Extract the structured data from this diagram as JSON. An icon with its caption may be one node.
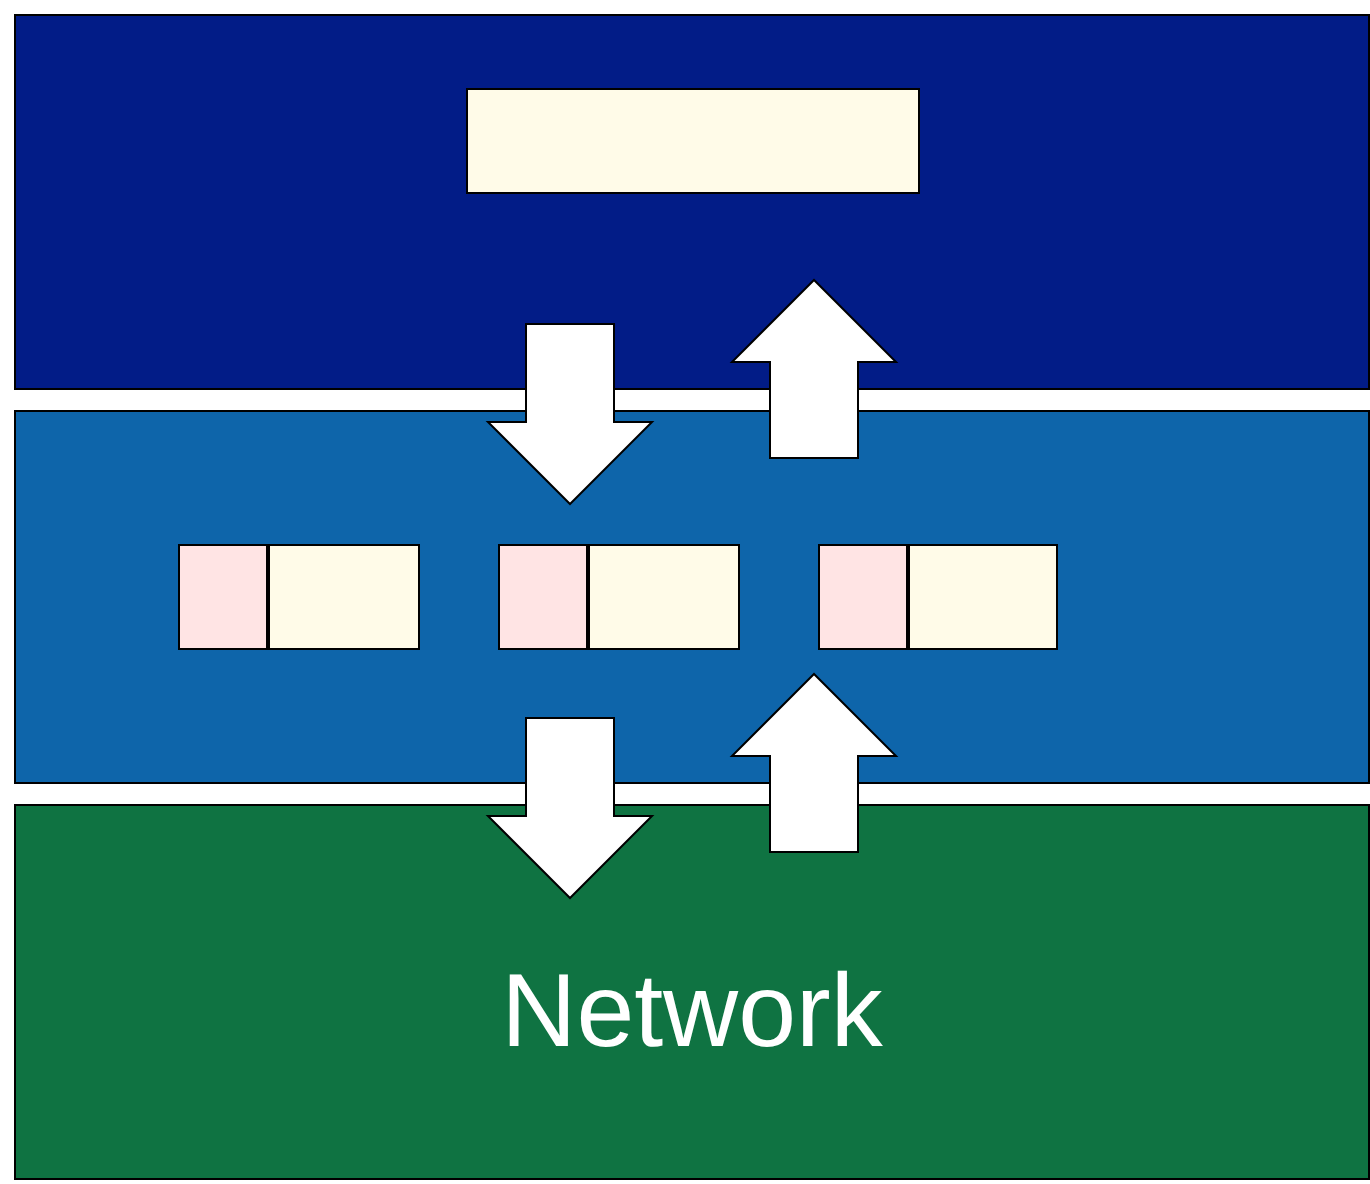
{
  "diagram": {
    "nodes": [
      {
        "text": [],
        "shape": "box"
      },
      {
        "text": [],
        "shape": "box",
        "in": 0
      },
      {
        "text": [],
        "shape": "box"
      },
      {
        "text": [],
        "shape": "box",
        "in": 2
      },
      {
        "text": [],
        "shape": "box",
        "in": 2
      },
      {
        "text": [],
        "shape": "box",
        "in": 2
      },
      {
        "text": [],
        "shape": "box",
        "in": 2
      },
      {
        "text": [],
        "shape": "box",
        "in": 2
      },
      {
        "text": [],
        "shape": "box",
        "in": 2
      },
      {
        "text": [
          "Network"
        ]
      }
    ],
    "edges": [
      {
        "from": 0,
        "to": 2,
        "arrow": "to"
      },
      {
        "from": 2,
        "to": 0,
        "arrow": "to"
      },
      {
        "from": 2,
        "to": 9,
        "arrow": "to"
      },
      {
        "from": 9,
        "to": 2,
        "arrow": "to"
      }
    ]
  }
}
